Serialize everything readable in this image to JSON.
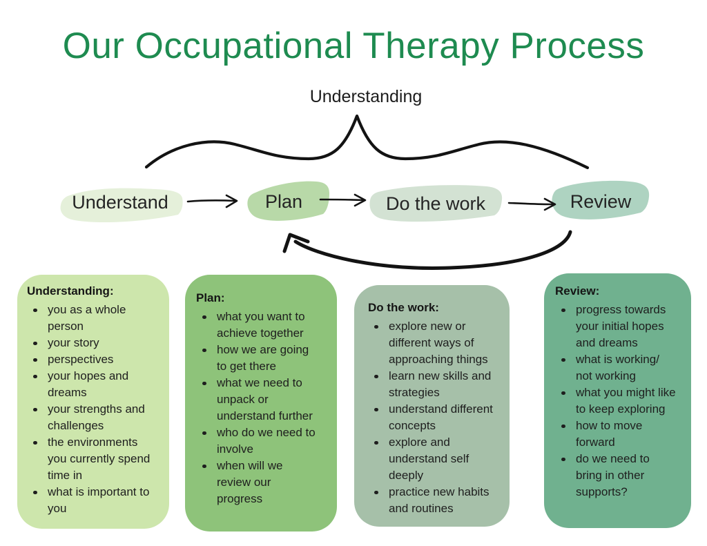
{
  "title": "Our Occupational Therapy Process",
  "colors": {
    "title_green": "#1e8b50",
    "ink": "#131313",
    "text": "#1e1e1e",
    "highlight_understand": "#e5f0da",
    "highlight_plan": "#b8d9a8",
    "highlight_do_the_work": "#d3e2d3",
    "highlight_review": "#aed3c1",
    "box_understanding": "#cde6ac",
    "box_plan": "#8ec37a",
    "box_do_the_work": "#a6c0a9",
    "box_review": "#70b18f"
  },
  "flow": {
    "overarching_label": "Understanding",
    "steps": [
      {
        "label": "Understand"
      },
      {
        "label": "Plan"
      },
      {
        "label": "Do the work"
      },
      {
        "label": "Review"
      }
    ]
  },
  "boxes": [
    {
      "header": "Understanding:",
      "items": [
        "you as a whole person",
        "your story",
        "perspectives",
        "your hopes and dreams",
        "your strengths and challenges",
        "the environments you currently spend time in",
        "what is important to you"
      ]
    },
    {
      "header": "Plan:",
      "items": [
        "what you want to achieve together",
        "how we are going to get there",
        "what we need to unpack or understand further",
        "who do we need to involve",
        "when will we review our progress"
      ]
    },
    {
      "header": "Do the work:",
      "items": [
        "explore new or different ways of approaching things",
        "learn new skills and strategies",
        "understand different concepts",
        "explore and understand self deeply",
        "practice new habits and routines"
      ]
    },
    {
      "header": "Review:",
      "items": [
        "progress towards your initial hopes and dreams",
        "what is working/ not working",
        "what you might like to keep exploring",
        "how to move forward",
        "do we need to bring in other supports?"
      ]
    }
  ]
}
